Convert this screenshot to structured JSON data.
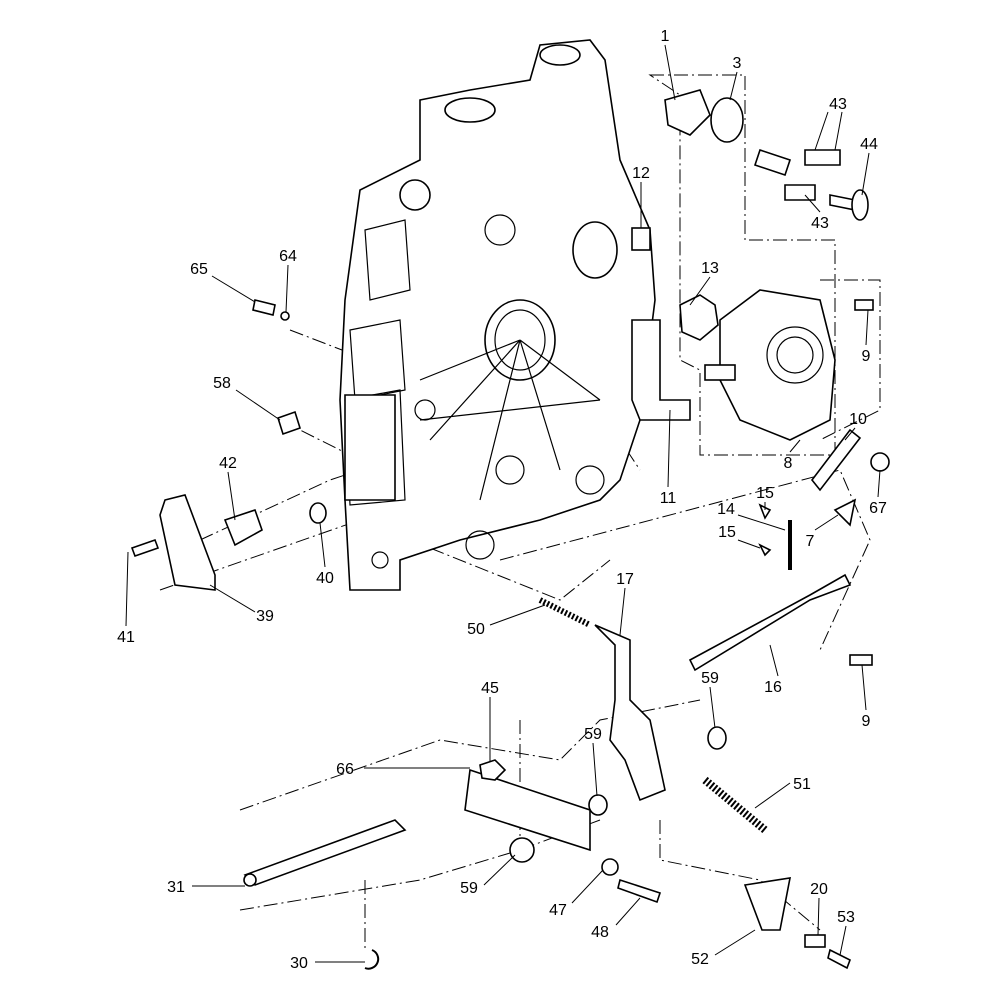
{
  "diagram": {
    "type": "exploded parts diagram",
    "callouts": [
      "1",
      "3",
      "43",
      "44",
      "43",
      "12",
      "13",
      "65",
      "64",
      "9",
      "58",
      "10",
      "8",
      "42",
      "11",
      "15",
      "14",
      "67",
      "15",
      "7",
      "40",
      "41",
      "39",
      "17",
      "50",
      "16",
      "9",
      "59",
      "45",
      "59",
      "66",
      "51",
      "20",
      "53",
      "31",
      "59",
      "47",
      "48",
      "52",
      "30"
    ]
  }
}
